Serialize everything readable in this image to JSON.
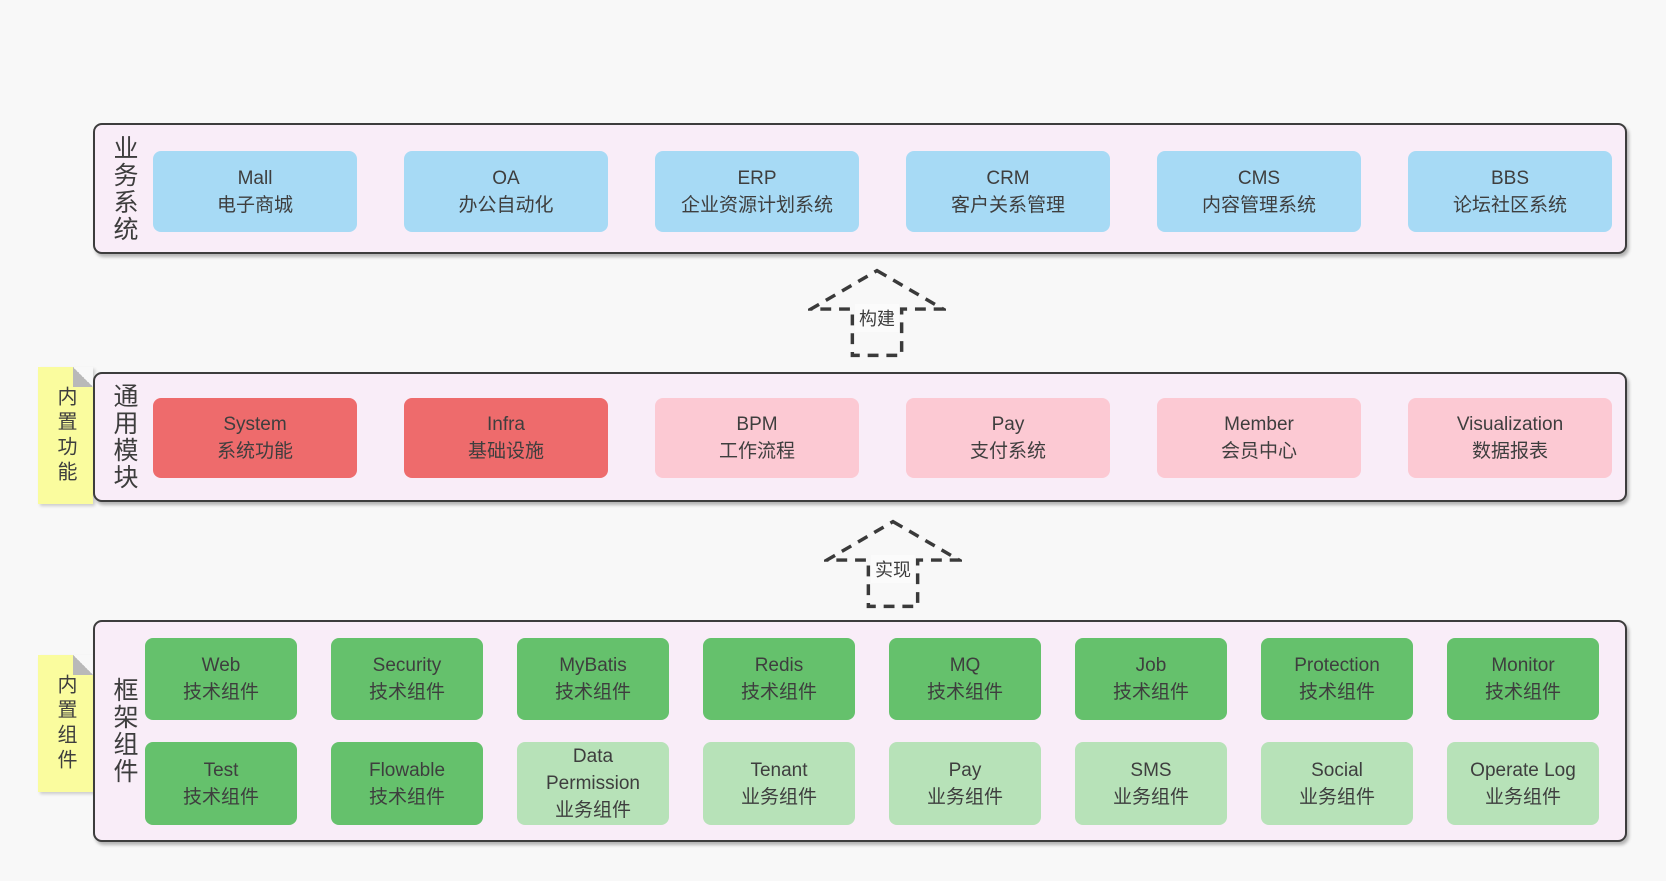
{
  "colors": {
    "page_bg": "#f8f8f8",
    "panel_bg": "#f9edf8",
    "panel_border": "#3d3d3d",
    "blue": "#a7daf5",
    "red": "#ee6b6c",
    "pink": "#fcc9d3",
    "green": "#65c16c",
    "green_light": "#b7e2b8",
    "yellow": "#fafc9e",
    "fold_gray": "#b9b9b9",
    "arrow": "#3a3a3a"
  },
  "arrows": [
    {
      "label": "构建"
    },
    {
      "label": "实现"
    }
  ],
  "panels": [
    {
      "label": "业务系统",
      "rows": [
        [
          {
            "title": "Mall",
            "subtitle": "电子商城",
            "color": "blue"
          },
          {
            "title": "OA",
            "subtitle": "办公自动化",
            "color": "blue"
          },
          {
            "title": "ERP",
            "subtitle": "企业资源计划系统",
            "color": "blue"
          },
          {
            "title": "CRM",
            "subtitle": "客户关系管理",
            "color": "blue"
          },
          {
            "title": "CMS",
            "subtitle": "内容管理系统",
            "color": "blue"
          },
          {
            "title": "BBS",
            "subtitle": "论坛社区系统",
            "color": "blue"
          }
        ]
      ]
    },
    {
      "label": "通用模块",
      "tab": "内置功能",
      "rows": [
        [
          {
            "title": "System",
            "subtitle": "系统功能",
            "color": "red"
          },
          {
            "title": "Infra",
            "subtitle": "基础设施",
            "color": "red"
          },
          {
            "title": "BPM",
            "subtitle": "工作流程",
            "color": "pink"
          },
          {
            "title": "Pay",
            "subtitle": "支付系统",
            "color": "pink"
          },
          {
            "title": "Member",
            "subtitle": "会员中心",
            "color": "pink"
          },
          {
            "title": "Visualization",
            "subtitle": "数据报表",
            "color": "pink"
          }
        ]
      ]
    },
    {
      "label": "框架组件",
      "tab": "内置组件",
      "rows": [
        [
          {
            "title": "Web",
            "subtitle": "技术组件",
            "color": "green"
          },
          {
            "title": "Security",
            "subtitle": "技术组件",
            "color": "green"
          },
          {
            "title": "MyBatis",
            "subtitle": "技术组件",
            "color": "green"
          },
          {
            "title": "Redis",
            "subtitle": "技术组件",
            "color": "green"
          },
          {
            "title": "MQ",
            "subtitle": "技术组件",
            "color": "green"
          },
          {
            "title": "Job",
            "subtitle": "技术组件",
            "color": "green"
          },
          {
            "title": "Protection",
            "subtitle": "技术组件",
            "color": "green"
          },
          {
            "title": "Monitor",
            "subtitle": "技术组件",
            "color": "green"
          }
        ],
        [
          {
            "title": "Test",
            "subtitle": "技术组件",
            "color": "green"
          },
          {
            "title": "Flowable",
            "subtitle": "技术组件",
            "color": "green"
          },
          {
            "title": "Data Permission",
            "subtitle": "业务组件",
            "color": "green_light"
          },
          {
            "title": "Tenant",
            "subtitle": "业务组件",
            "color": "green_light"
          },
          {
            "title": "Pay",
            "subtitle": "业务组件",
            "color": "green_light"
          },
          {
            "title": "SMS",
            "subtitle": "业务组件",
            "color": "green_light"
          },
          {
            "title": "Social",
            "subtitle": "业务组件",
            "color": "green_light"
          },
          {
            "title": "Operate Log",
            "subtitle": "业务组件",
            "color": "green_light"
          }
        ]
      ]
    }
  ]
}
